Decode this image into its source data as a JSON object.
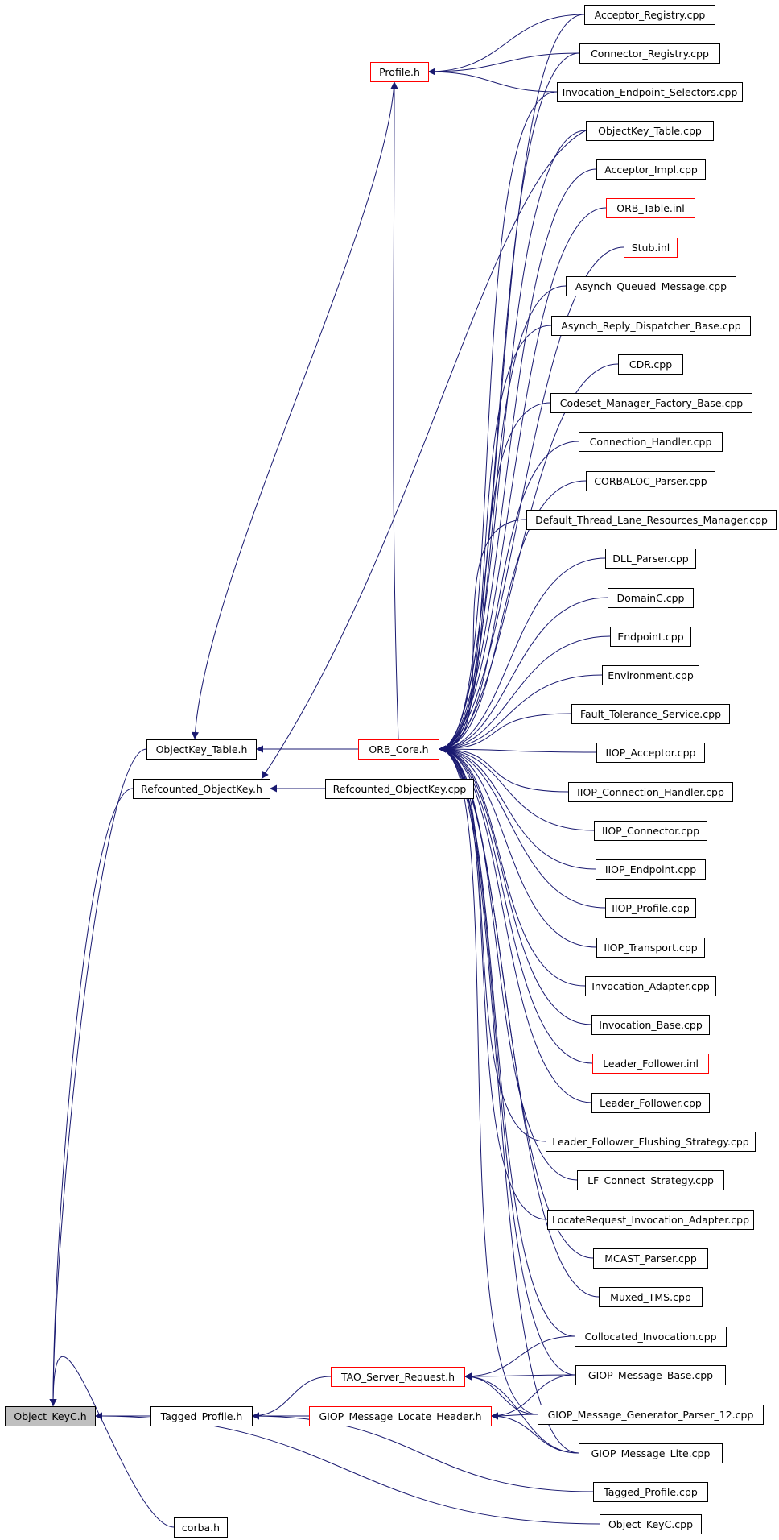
{
  "diagram": {
    "type": "include-dependency-graph",
    "colors": {
      "edge": "#191970",
      "highlight_border": "#ff0000",
      "root_fill": "#bfbfbf",
      "box_border": "#000000"
    },
    "nodes": [
      {
        "id": "n_object_keyc_h",
        "label": "Object_KeyC.h",
        "style": "root"
      },
      {
        "id": "n_tagged_profile_h",
        "label": "Tagged_Profile.h",
        "style": "normal"
      },
      {
        "id": "n_corba_h",
        "label": "corba.h",
        "style": "normal"
      },
      {
        "id": "n_objectkey_table_h",
        "label": "ObjectKey_Table.h",
        "style": "normal"
      },
      {
        "id": "n_refcounted_objectkey_h",
        "label": "Refcounted_ObjectKey.h",
        "style": "normal"
      },
      {
        "id": "n_profile_h",
        "label": "Profile.h",
        "style": "red"
      },
      {
        "id": "n_orb_core_h",
        "label": "ORB_Core.h",
        "style": "red"
      },
      {
        "id": "n_refcounted_objectkey_cpp",
        "label": "Refcounted_ObjectKey.cpp",
        "style": "normal"
      },
      {
        "id": "n_tao_server_request_h",
        "label": "TAO_Server_Request.h",
        "style": "red"
      },
      {
        "id": "n_giop_message_locate_header_h",
        "label": "GIOP_Message_Locate_Header.h",
        "style": "red"
      },
      {
        "id": "n_acceptor_registry_cpp",
        "label": "Acceptor_Registry.cpp",
        "style": "normal"
      },
      {
        "id": "n_connector_registry_cpp",
        "label": "Connector_Registry.cpp",
        "style": "normal"
      },
      {
        "id": "n_invocation_endpoint_selectors_cpp",
        "label": "Invocation_Endpoint_Selectors.cpp",
        "style": "normal"
      },
      {
        "id": "n_objectkey_table_cpp",
        "label": "ObjectKey_Table.cpp",
        "style": "normal"
      },
      {
        "id": "n_acceptor_impl_cpp",
        "label": "Acceptor_Impl.cpp",
        "style": "normal"
      },
      {
        "id": "n_orb_table_inl",
        "label": "ORB_Table.inl",
        "style": "red"
      },
      {
        "id": "n_stub_inl",
        "label": "Stub.inl",
        "style": "red"
      },
      {
        "id": "n_asynch_queued_message_cpp",
        "label": "Asynch_Queued_Message.cpp",
        "style": "normal"
      },
      {
        "id": "n_asynch_reply_dispatcher_base_cpp",
        "label": "Asynch_Reply_Dispatcher_Base.cpp",
        "style": "normal"
      },
      {
        "id": "n_cdr_cpp",
        "label": "CDR.cpp",
        "style": "normal"
      },
      {
        "id": "n_codeset_manager_factory_base_cpp",
        "label": "Codeset_Manager_Factory_Base.cpp",
        "style": "normal"
      },
      {
        "id": "n_connection_handler_cpp",
        "label": "Connection_Handler.cpp",
        "style": "normal"
      },
      {
        "id": "n_corbaloc_parser_cpp",
        "label": "CORBALOC_Parser.cpp",
        "style": "normal"
      },
      {
        "id": "n_default_thread_lane_resources_manager_cpp",
        "label": "Default_Thread_Lane_Resources_Manager.cpp",
        "style": "normal"
      },
      {
        "id": "n_dll_parser_cpp",
        "label": "DLL_Parser.cpp",
        "style": "normal"
      },
      {
        "id": "n_domainc_cpp",
        "label": "DomainC.cpp",
        "style": "normal"
      },
      {
        "id": "n_endpoint_cpp",
        "label": "Endpoint.cpp",
        "style": "normal"
      },
      {
        "id": "n_environment_cpp",
        "label": "Environment.cpp",
        "style": "normal"
      },
      {
        "id": "n_fault_tolerance_service_cpp",
        "label": "Fault_Tolerance_Service.cpp",
        "style": "normal"
      },
      {
        "id": "n_iiop_acceptor_cpp",
        "label": "IIOP_Acceptor.cpp",
        "style": "normal"
      },
      {
        "id": "n_iiop_connection_handler_cpp",
        "label": "IIOP_Connection_Handler.cpp",
        "style": "normal"
      },
      {
        "id": "n_iiop_connector_cpp",
        "label": "IIOP_Connector.cpp",
        "style": "normal"
      },
      {
        "id": "n_iiop_endpoint_cpp",
        "label": "IIOP_Endpoint.cpp",
        "style": "normal"
      },
      {
        "id": "n_iiop_profile_cpp",
        "label": "IIOP_Profile.cpp",
        "style": "normal"
      },
      {
        "id": "n_iiop_transport_cpp",
        "label": "IIOP_Transport.cpp",
        "style": "normal"
      },
      {
        "id": "n_invocation_adapter_cpp",
        "label": "Invocation_Adapter.cpp",
        "style": "normal"
      },
      {
        "id": "n_invocation_base_cpp",
        "label": "Invocation_Base.cpp",
        "style": "normal"
      },
      {
        "id": "n_leader_follower_inl",
        "label": "Leader_Follower.inl",
        "style": "red"
      },
      {
        "id": "n_leader_follower_cpp",
        "label": "Leader_Follower.cpp",
        "style": "normal"
      },
      {
        "id": "n_leader_follower_flushing_strategy_cpp",
        "label": "Leader_Follower_Flushing_Strategy.cpp",
        "style": "normal"
      },
      {
        "id": "n_lf_connect_strategy_cpp",
        "label": "LF_Connect_Strategy.cpp",
        "style": "normal"
      },
      {
        "id": "n_locaterequest_invocation_adapter_cpp",
        "label": "LocateRequest_Invocation_Adapter.cpp",
        "style": "normal"
      },
      {
        "id": "n_mcast_parser_cpp",
        "label": "MCAST_Parser.cpp",
        "style": "normal"
      },
      {
        "id": "n_muxed_tms_cpp",
        "label": "Muxed_TMS.cpp",
        "style": "normal"
      },
      {
        "id": "n_collocated_invocation_cpp",
        "label": "Collocated_Invocation.cpp",
        "style": "normal"
      },
      {
        "id": "n_giop_message_base_cpp",
        "label": "GIOP_Message_Base.cpp",
        "style": "normal"
      },
      {
        "id": "n_giop_message_generator_parser_12_cpp",
        "label": "GIOP_Message_Generator_Parser_12.cpp",
        "style": "normal"
      },
      {
        "id": "n_giop_message_lite_cpp",
        "label": "GIOP_Message_Lite.cpp",
        "style": "normal"
      },
      {
        "id": "n_tagged_profile_cpp",
        "label": "Tagged_Profile.cpp",
        "style": "normal"
      },
      {
        "id": "n_object_keyc_cpp",
        "label": "Object_KeyC.cpp",
        "style": "normal"
      }
    ],
    "edges": [
      {
        "from": "n_tagged_profile_h",
        "to": "n_object_keyc_h"
      },
      {
        "from": "n_corba_h",
        "to": "n_object_keyc_h"
      },
      {
        "from": "n_objectkey_table_h",
        "to": "n_object_keyc_h"
      },
      {
        "from": "n_refcounted_objectkey_h",
        "to": "n_object_keyc_h"
      },
      {
        "from": "n_object_keyc_cpp",
        "to": "n_object_keyc_h"
      },
      {
        "from": "n_tao_server_request_h",
        "to": "n_tagged_profile_h"
      },
      {
        "from": "n_giop_message_locate_header_h",
        "to": "n_tagged_profile_h"
      },
      {
        "from": "n_tagged_profile_cpp",
        "to": "n_tagged_profile_h"
      },
      {
        "from": "n_profile_h",
        "to": "n_objectkey_table_h"
      },
      {
        "from": "n_orb_core_h",
        "to": "n_objectkey_table_h"
      },
      {
        "from": "n_refcounted_objectkey_cpp",
        "to": "n_refcounted_objectkey_h"
      },
      {
        "from": "n_objectkey_table_cpp",
        "to": "n_refcounted_objectkey_h"
      },
      {
        "from": "n_orb_core_h",
        "to": "n_profile_h"
      },
      {
        "from": "n_acceptor_registry_cpp",
        "to": "n_profile_h"
      },
      {
        "from": "n_connector_registry_cpp",
        "to": "n_profile_h"
      },
      {
        "from": "n_invocation_endpoint_selectors_cpp",
        "to": "n_profile_h"
      },
      {
        "from": "n_acceptor_registry_cpp",
        "to": "n_orb_core_h"
      },
      {
        "from": "n_connector_registry_cpp",
        "to": "n_orb_core_h"
      },
      {
        "from": "n_invocation_endpoint_selectors_cpp",
        "to": "n_orb_core_h"
      },
      {
        "from": "n_objectkey_table_cpp",
        "to": "n_orb_core_h"
      },
      {
        "from": "n_acceptor_impl_cpp",
        "to": "n_orb_core_h"
      },
      {
        "from": "n_orb_table_inl",
        "to": "n_orb_core_h"
      },
      {
        "from": "n_stub_inl",
        "to": "n_orb_core_h"
      },
      {
        "from": "n_asynch_queued_message_cpp",
        "to": "n_orb_core_h"
      },
      {
        "from": "n_asynch_reply_dispatcher_base_cpp",
        "to": "n_orb_core_h"
      },
      {
        "from": "n_cdr_cpp",
        "to": "n_orb_core_h"
      },
      {
        "from": "n_codeset_manager_factory_base_cpp",
        "to": "n_orb_core_h"
      },
      {
        "from": "n_connection_handler_cpp",
        "to": "n_orb_core_h"
      },
      {
        "from": "n_corbaloc_parser_cpp",
        "to": "n_orb_core_h"
      },
      {
        "from": "n_default_thread_lane_resources_manager_cpp",
        "to": "n_orb_core_h"
      },
      {
        "from": "n_dll_parser_cpp",
        "to": "n_orb_core_h"
      },
      {
        "from": "n_domainc_cpp",
        "to": "n_orb_core_h"
      },
      {
        "from": "n_endpoint_cpp",
        "to": "n_orb_core_h"
      },
      {
        "from": "n_environment_cpp",
        "to": "n_orb_core_h"
      },
      {
        "from": "n_fault_tolerance_service_cpp",
        "to": "n_orb_core_h"
      },
      {
        "from": "n_iiop_acceptor_cpp",
        "to": "n_orb_core_h"
      },
      {
        "from": "n_iiop_connection_handler_cpp",
        "to": "n_orb_core_h"
      },
      {
        "from": "n_iiop_connector_cpp",
        "to": "n_orb_core_h"
      },
      {
        "from": "n_iiop_endpoint_cpp",
        "to": "n_orb_core_h"
      },
      {
        "from": "n_iiop_profile_cpp",
        "to": "n_orb_core_h"
      },
      {
        "from": "n_iiop_transport_cpp",
        "to": "n_orb_core_h"
      },
      {
        "from": "n_invocation_adapter_cpp",
        "to": "n_orb_core_h"
      },
      {
        "from": "n_invocation_base_cpp",
        "to": "n_orb_core_h"
      },
      {
        "from": "n_leader_follower_inl",
        "to": "n_orb_core_h"
      },
      {
        "from": "n_leader_follower_cpp",
        "to": "n_orb_core_h"
      },
      {
        "from": "n_leader_follower_flushing_strategy_cpp",
        "to": "n_orb_core_h"
      },
      {
        "from": "n_lf_connect_strategy_cpp",
        "to": "n_orb_core_h"
      },
      {
        "from": "n_locaterequest_invocation_adapter_cpp",
        "to": "n_orb_core_h"
      },
      {
        "from": "n_mcast_parser_cpp",
        "to": "n_orb_core_h"
      },
      {
        "from": "n_muxed_tms_cpp",
        "to": "n_orb_core_h"
      },
      {
        "from": "n_collocated_invocation_cpp",
        "to": "n_orb_core_h"
      },
      {
        "from": "n_giop_message_base_cpp",
        "to": "n_orb_core_h"
      },
      {
        "from": "n_giop_message_generator_parser_12_cpp",
        "to": "n_orb_core_h"
      },
      {
        "from": "n_giop_message_lite_cpp",
        "to": "n_orb_core_h"
      },
      {
        "from": "n_collocated_invocation_cpp",
        "to": "n_tao_server_request_h"
      },
      {
        "from": "n_giop_message_base_cpp",
        "to": "n_tao_server_request_h"
      },
      {
        "from": "n_giop_message_generator_parser_12_cpp",
        "to": "n_tao_server_request_h"
      },
      {
        "from": "n_giop_message_lite_cpp",
        "to": "n_tao_server_request_h"
      },
      {
        "from": "n_giop_message_base_cpp",
        "to": "n_giop_message_locate_header_h"
      },
      {
        "from": "n_giop_message_generator_parser_12_cpp",
        "to": "n_giop_message_locate_header_h"
      },
      {
        "from": "n_giop_message_lite_cpp",
        "to": "n_giop_message_locate_header_h"
      }
    ]
  }
}
